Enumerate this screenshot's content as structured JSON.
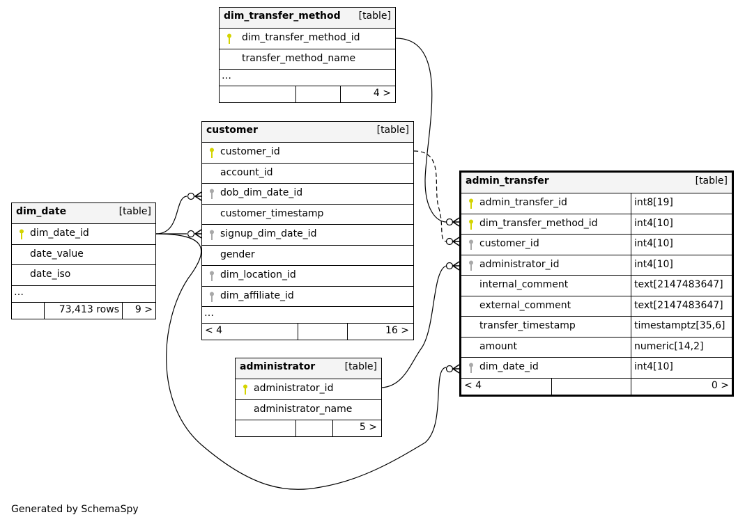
{
  "diagram": {
    "table_type_label": "[table]",
    "ellipsis": "…",
    "generated_by": "Generated by SchemaSpy"
  },
  "tables": {
    "dim_transfer_method": {
      "name": "dim_transfer_method",
      "columns": [
        {
          "name": "dim_transfer_method_id",
          "key": "primary"
        },
        {
          "name": "transfer_method_name",
          "key": "none"
        }
      ],
      "footer": [
        "",
        "",
        "4 >"
      ]
    },
    "customer": {
      "name": "customer",
      "columns": [
        {
          "name": "customer_id",
          "key": "primary"
        },
        {
          "name": "account_id",
          "key": "none"
        },
        {
          "name": "dob_dim_date_id",
          "key": "foreign"
        },
        {
          "name": "customer_timestamp",
          "key": "none"
        },
        {
          "name": "signup_dim_date_id",
          "key": "foreign"
        },
        {
          "name": "gender",
          "key": "none"
        },
        {
          "name": "dim_location_id",
          "key": "foreign"
        },
        {
          "name": "dim_affiliate_id",
          "key": "foreign"
        }
      ],
      "footer": [
        "< 4",
        "",
        "16 >"
      ]
    },
    "dim_date": {
      "name": "dim_date",
      "columns": [
        {
          "name": "dim_date_id",
          "key": "primary"
        },
        {
          "name": "date_value",
          "key": "none"
        },
        {
          "name": "date_iso",
          "key": "none"
        }
      ],
      "footer": [
        "",
        "73,413 rows",
        "9 >"
      ]
    },
    "administrator": {
      "name": "administrator",
      "columns": [
        {
          "name": "administrator_id",
          "key": "primary"
        },
        {
          "name": "administrator_name",
          "key": "none"
        }
      ],
      "footer": [
        "",
        "",
        "5 >"
      ]
    },
    "admin_transfer": {
      "name": "admin_transfer",
      "columns": [
        {
          "name": "admin_transfer_id",
          "type": "int8[19]",
          "key": "primary"
        },
        {
          "name": "dim_transfer_method_id",
          "type": "int4[10]",
          "key": "primary"
        },
        {
          "name": "customer_id",
          "type": "int4[10]",
          "key": "foreign"
        },
        {
          "name": "administrator_id",
          "type": "int4[10]",
          "key": "foreign"
        },
        {
          "name": "internal_comment",
          "type": "text[2147483647]",
          "key": "none"
        },
        {
          "name": "external_comment",
          "type": "text[2147483647]",
          "key": "none"
        },
        {
          "name": "transfer_timestamp",
          "type": "timestamptz[35,6]",
          "key": "none"
        },
        {
          "name": "amount",
          "type": "numeric[14,2]",
          "key": "none"
        },
        {
          "name": "dim_date_id",
          "type": "int4[10]",
          "key": "foreign"
        }
      ],
      "footer": [
        "< 4",
        "",
        "0 >"
      ]
    }
  },
  "relationships": [
    {
      "from": "dim_transfer_method.dim_transfer_method_id",
      "to": "admin_transfer.dim_transfer_method_id",
      "style": "solid"
    },
    {
      "from": "customer.customer_id",
      "to": "admin_transfer.customer_id",
      "style": "dashed"
    },
    {
      "from": "administrator.administrator_id",
      "to": "admin_transfer.administrator_id",
      "style": "solid"
    },
    {
      "from": "dim_date.dim_date_id",
      "to": "admin_transfer.dim_date_id",
      "style": "solid"
    },
    {
      "from": "dim_date.dim_date_id",
      "to": "customer.dob_dim_date_id",
      "style": "solid"
    },
    {
      "from": "dim_date.dim_date_id",
      "to": "customer.signup_dim_date_id",
      "style": "solid"
    }
  ],
  "colors": {
    "primary_key": "#d4d400",
    "foreign_key": "#a8a8a8",
    "header_bg": "#f4f4f4"
  }
}
